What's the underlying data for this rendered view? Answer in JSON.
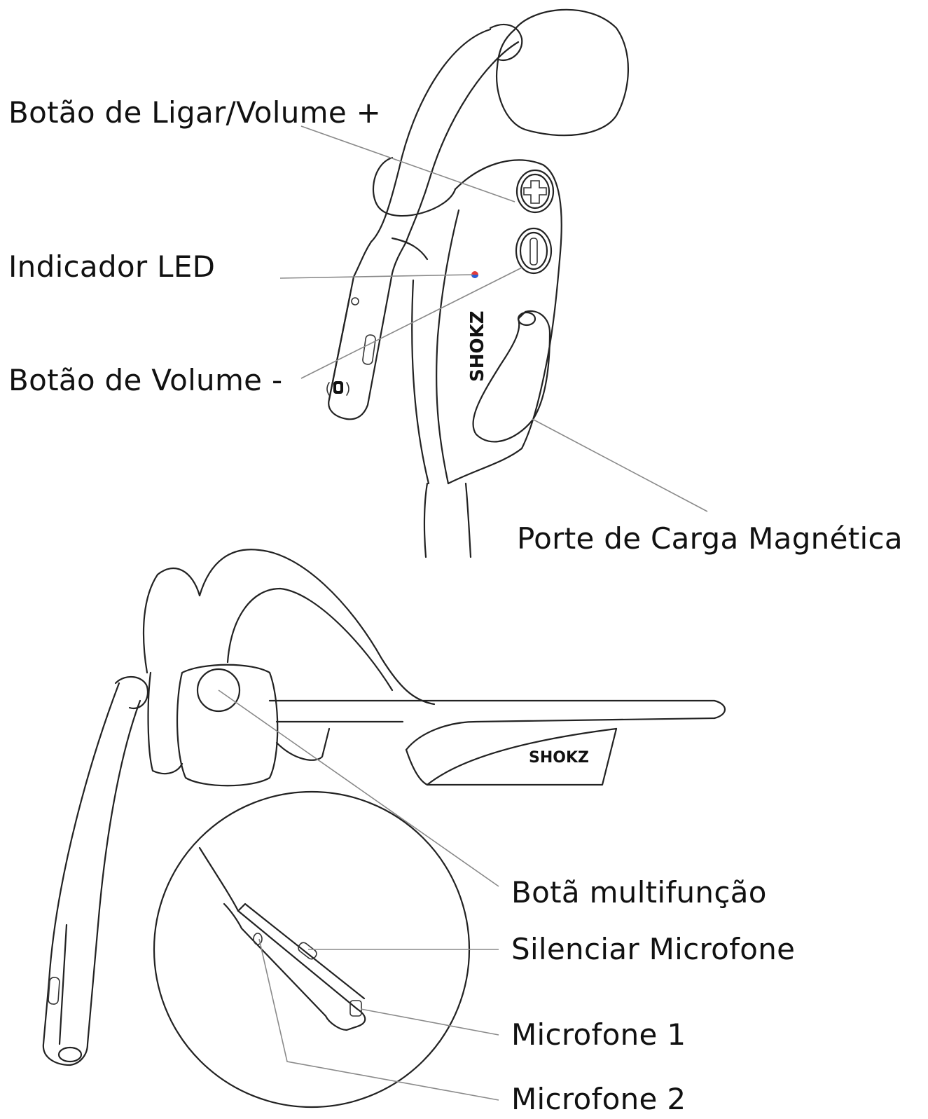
{
  "brand": {
    "logo_text": "SHOKZ"
  },
  "labels": {
    "power_volume_up": "Botão de Ligar/Volume +",
    "led_indicator": "Indicador LED",
    "volume_down": "Botão de Volume -",
    "magnetic_charging_port": "Porte de Carga Magnética",
    "multifunction_button": "Botã multifunção",
    "mute_microphone": "Silenciar Microfone",
    "microphone_1": "Microfone 1",
    "microphone_2": "Microfone 2"
  },
  "colors": {
    "led_red": "#e23b3b",
    "led_blue": "#2b5fd6",
    "line": "#222222",
    "leader": "#8a8a8a"
  }
}
